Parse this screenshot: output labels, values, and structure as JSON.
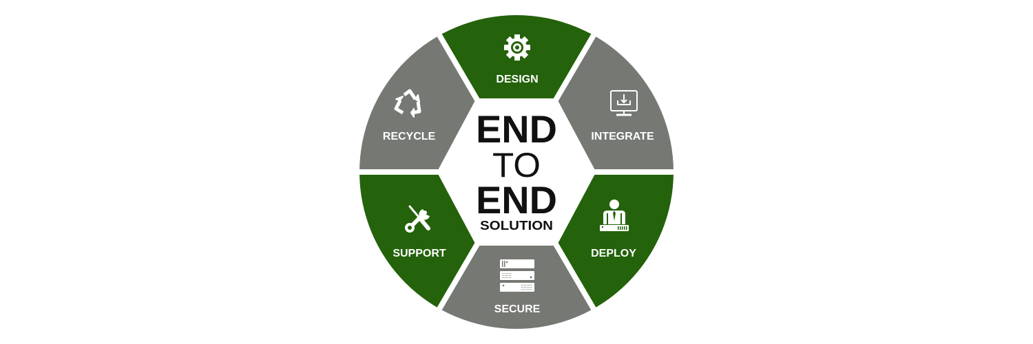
{
  "title": {
    "line1": "END",
    "line2": "TO",
    "line3": "END",
    "line4": "SOLUTION"
  },
  "colors": {
    "green": "#24620b",
    "gray": "#757873",
    "background": "#ffffff",
    "text_dark": "#111111",
    "text_light": "#ffffff"
  },
  "segments": [
    {
      "label": "DESIGN",
      "icon": "gear-icon",
      "color": "green",
      "position": "top"
    },
    {
      "label": "INTEGRATE",
      "icon": "monitor-download-icon",
      "color": "gray",
      "position": "top-right"
    },
    {
      "label": "DEPLOY",
      "icon": "person-server-icon",
      "color": "green",
      "position": "bottom-right"
    },
    {
      "label": "SECURE",
      "icon": "server-rack-icon",
      "color": "gray",
      "position": "bottom"
    },
    {
      "label": "SUPPORT",
      "icon": "wrench-screwdriver-icon",
      "color": "green",
      "position": "bottom-left"
    },
    {
      "label": "RECYCLE",
      "icon": "recycle-icon",
      "color": "gray",
      "position": "top-left"
    }
  ]
}
